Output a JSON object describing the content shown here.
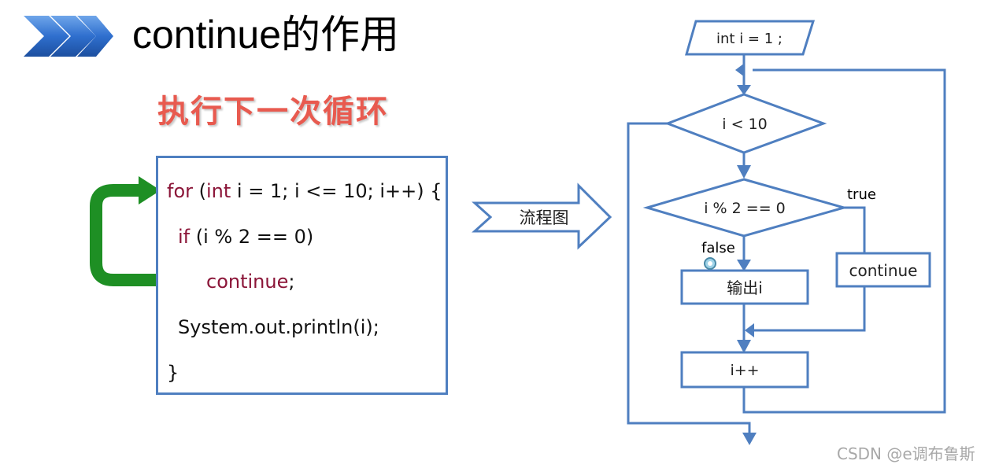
{
  "title": "continue的作用",
  "subtitle": "执行下一次循环",
  "code": {
    "line1": {
      "kw": "for",
      "rest1": " (",
      "kw2": "int",
      "rest2": " i = 1; i <= 10; i++) {"
    },
    "line2": {
      "kw": "if",
      "rest": " (i % 2 == 0)"
    },
    "line3": {
      "kw": "continue",
      "rest": ";"
    },
    "line4": "System.out.println(i);",
    "line5": "}"
  },
  "arrow_label": "流程图",
  "flowchart": {
    "start": "int i = 1 ;",
    "cond_loop": "i < 10",
    "cond_mod": "i % 2 == 0",
    "label_true": "true",
    "label_false": "false",
    "box_continue": "continue",
    "box_output": "输出i",
    "box_increment": "i++"
  },
  "watermark": "CSDN @e调布鲁斯",
  "colors": {
    "flow_blue": "#4f7fc0",
    "keyword": "#8b1538",
    "subtitle_red": "#e85a4f",
    "loop_arrow_green": "#1e8f24",
    "chevron_blue": "#2f6fce"
  }
}
